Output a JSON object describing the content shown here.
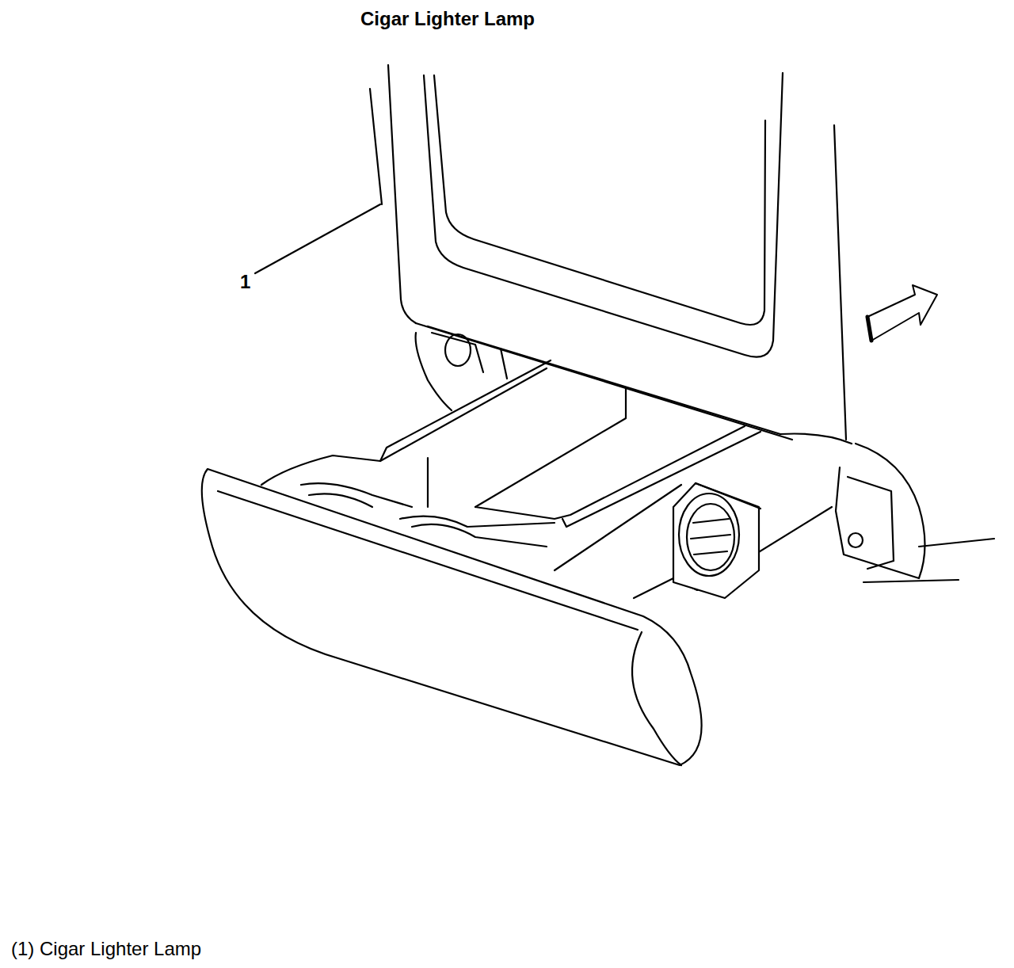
{
  "diagram": {
    "title": "Cigar Lighter Lamp",
    "caption": "(1) Cigar Lighter Lamp",
    "labels": [
      "1"
    ]
  }
}
